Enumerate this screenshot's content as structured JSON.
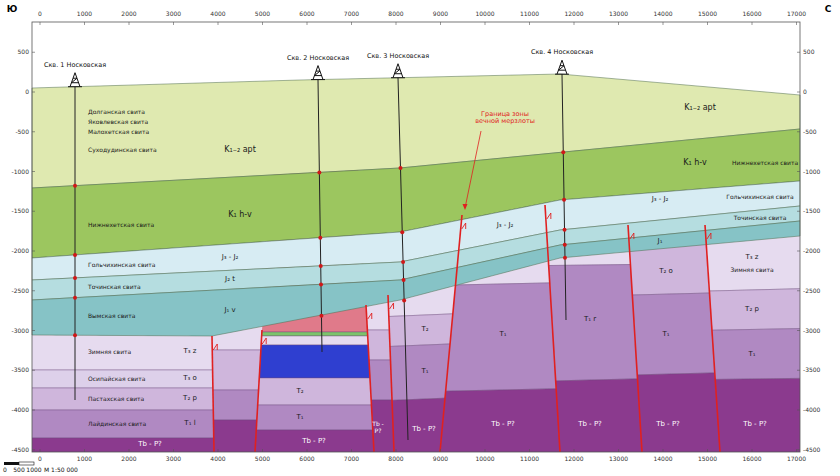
{
  "diagram": {
    "labels": [
      "Ю",
      "С",
      "0",
      "1000",
      "2000",
      "3000",
      "4000",
      "5000",
      "6000",
      "7000",
      "8000",
      "9000",
      "10000",
      "11000",
      "12000",
      "13000",
      "14000",
      "15000",
      "16000",
      "17000",
      "0",
      "1000",
      "2000",
      "3000",
      "4000",
      "5000",
      "6000",
      "7000",
      "8000",
      "9000",
      "10000",
      "11000",
      "12000",
      "13000",
      "14000",
      "15000",
      "16000",
      "17000",
      "500",
      "0",
      "-500",
      "-1000",
      "-1500",
      "-2000",
      "-2500",
      "-3000",
      "-3500",
      "-4000",
      "-4500",
      "500",
      "0",
      "-500",
      "-1000",
      "-1500",
      "-2000",
      "-2500",
      "-3000",
      "-3500",
      "-4000",
      "-4500",
      "Скв. 1 Носковская",
      "Скв. 2 Носковская",
      "Скв. 3 Носковская",
      "Скв. 4 Носковская",
      "Долганская свита",
      "Яковлевская свита",
      "Малохетская свита",
      "Суходудинская свита",
      "K₁₋₂ apt",
      "K₁₋₂ apt",
      "Нижнехетская свита",
      "K₁ h-v",
      "K₁ h-v",
      "Нижнехетская свита",
      "Гольчихинская свита",
      "J₃ - J₂",
      "Точинская свита",
      "J₂ t",
      "Вымская свита",
      "J₁ v",
      "J₃ - J₂",
      "J₃ - J₂",
      "Гольчихинская свита",
      "Точинская свита",
      "J₁",
      "Граница зоны вечной мерзлоты",
      "Зимняя свита",
      "T₃ z",
      "Осипайская свита",
      "T₃ o",
      "Пастахская свита",
      "T₂ p",
      "Лайдинская свита",
      "T₁ l",
      "Tb - P?",
      "T₂",
      "T₁",
      "Tb - P?",
      "Tb - P?",
      "T₂",
      "T₁",
      "Tb - P?",
      "T₁",
      "Tb - P?",
      "T₁ r",
      "Tb - P?",
      "T₂ o",
      "T₁",
      "Tb - P?",
      "T₃ z",
      "Зимняя свита",
      "T₂ p",
      "T₁",
      "Tb - P?",
      "0",
      "500",
      "1000",
      "М 1:50 000"
    ]
  }
}
